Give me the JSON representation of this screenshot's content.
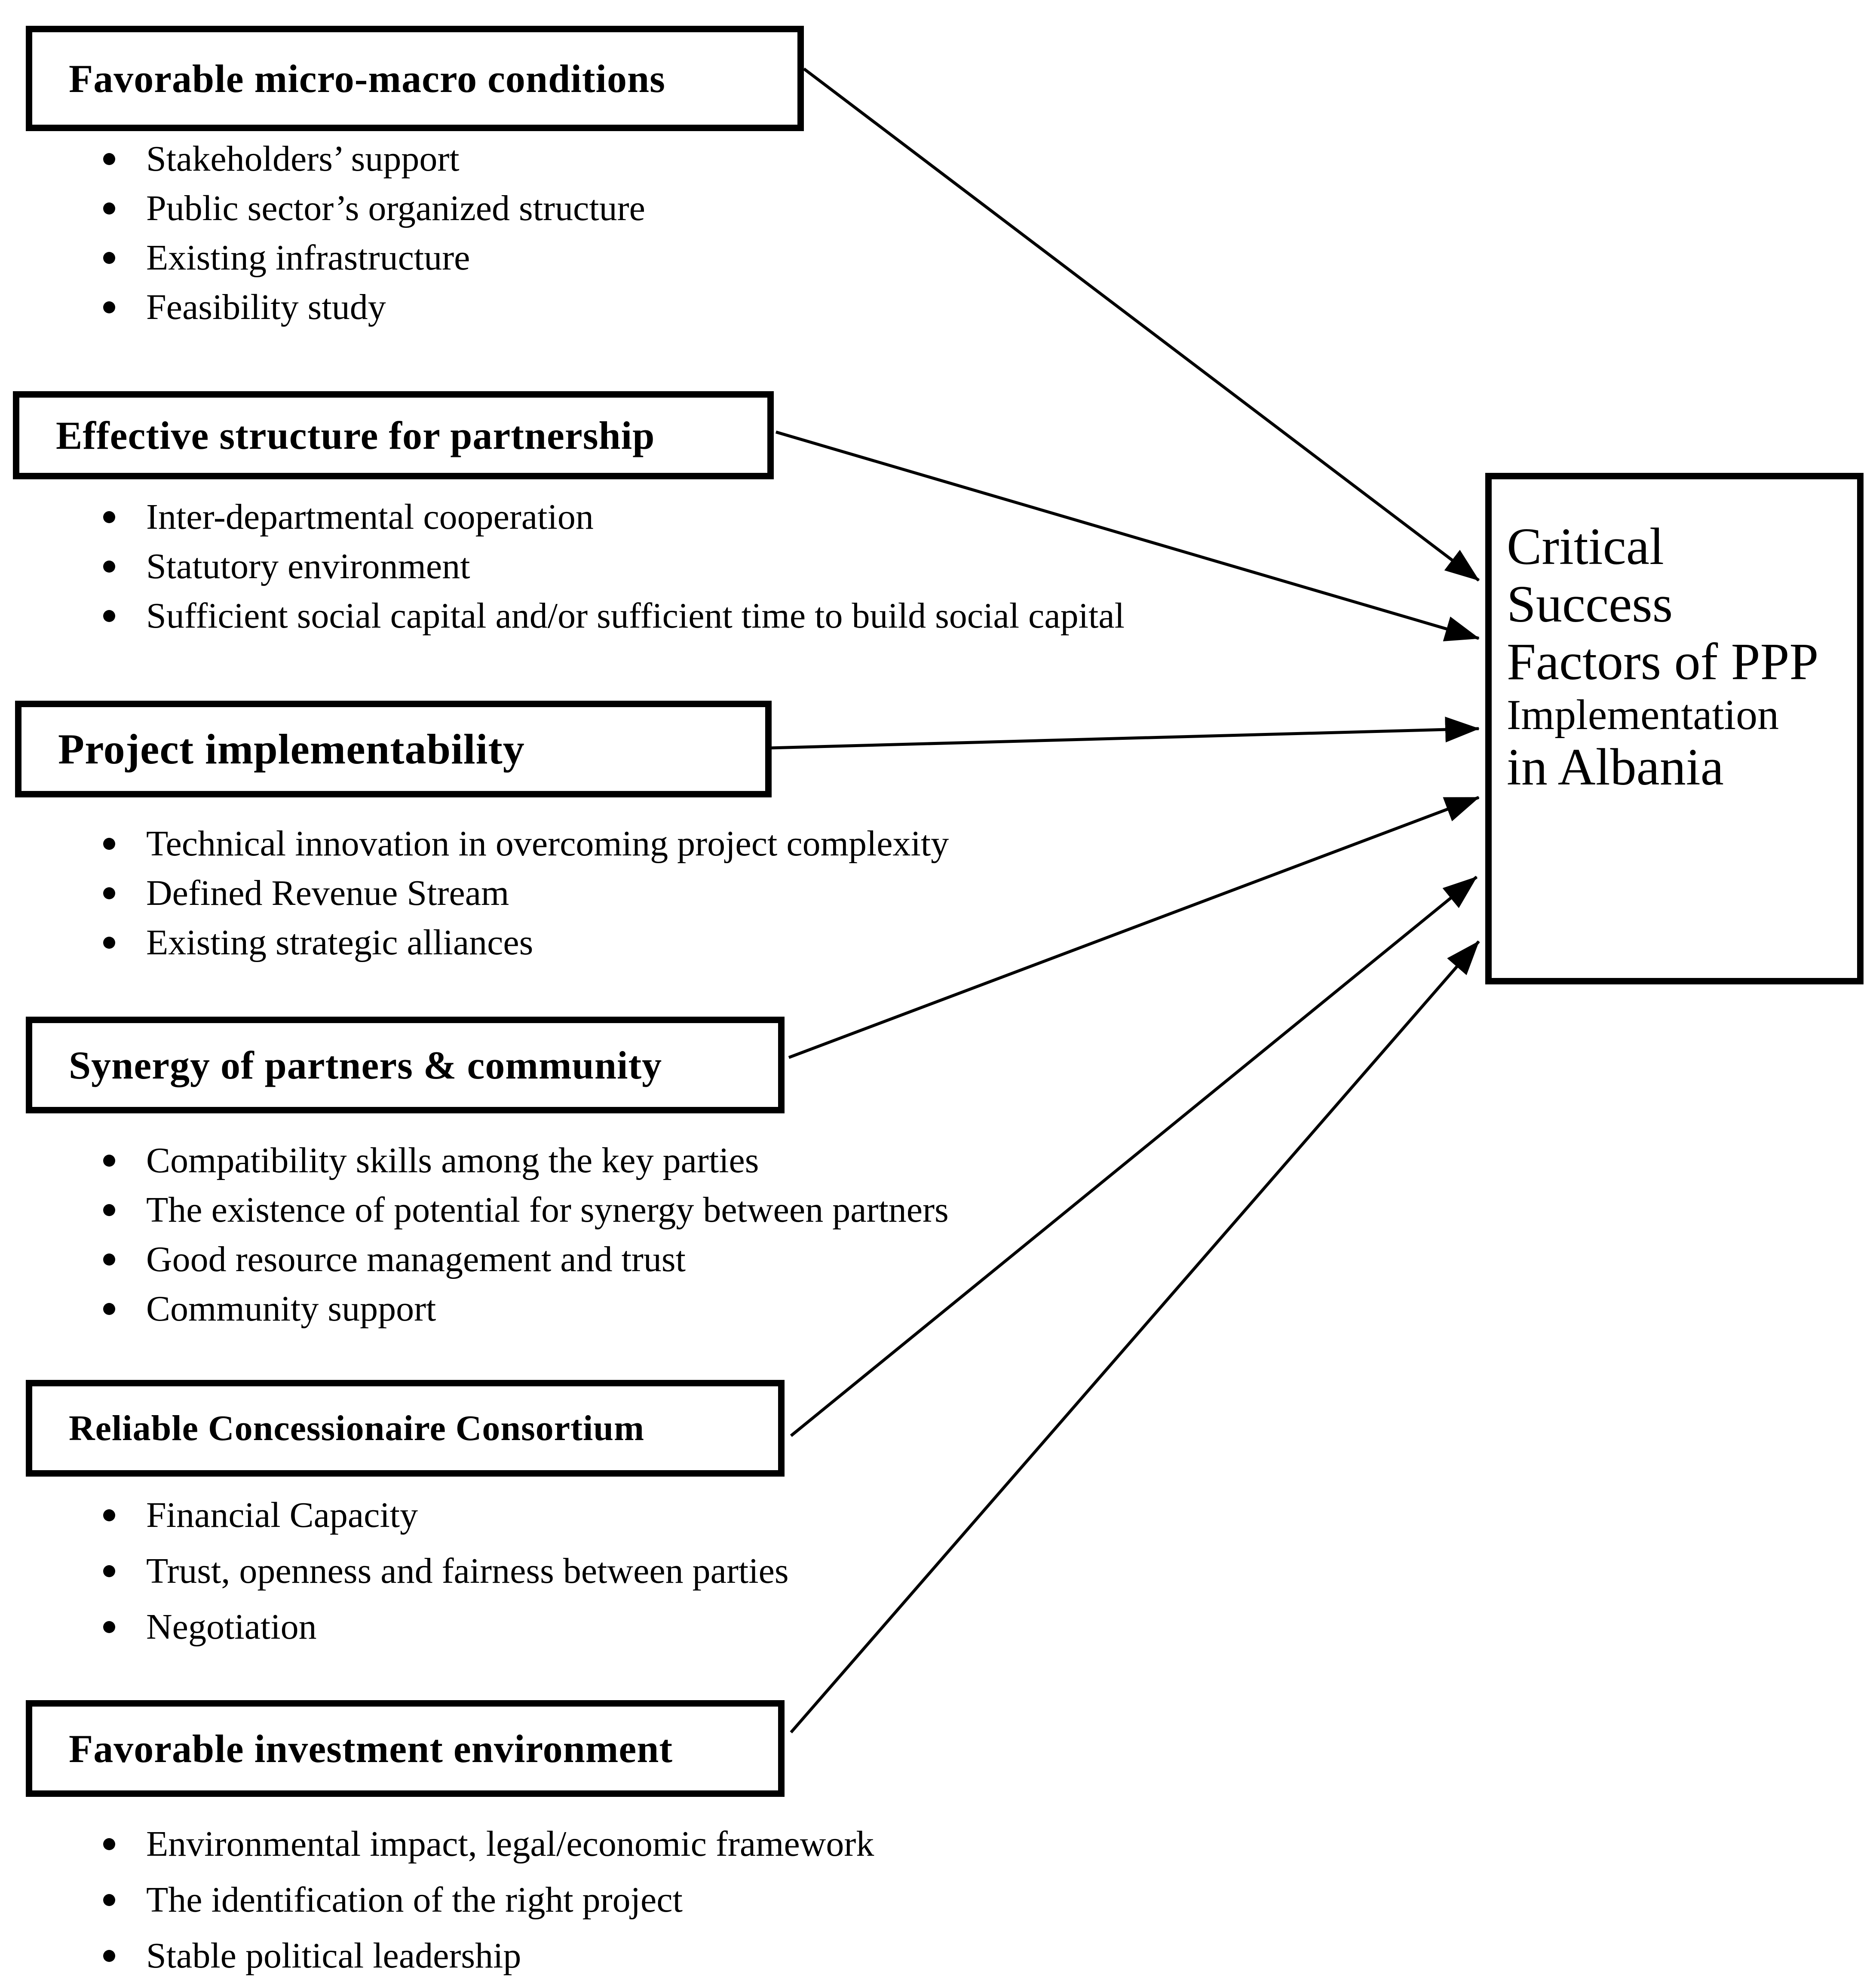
{
  "target": {
    "lines": [
      "Critical",
      "Success",
      "Factors of PPP",
      "Implementation",
      "in Albania"
    ]
  },
  "factors": [
    {
      "title": "Favorable micro-macro conditions",
      "items": [
        "Stakeholders’ support",
        "Public sector’s organized structure",
        "Existing infrastructure",
        "Feasibility study"
      ]
    },
    {
      "title": "Effective structure for partnership",
      "items": [
        "Inter-departmental cooperation",
        "Statutory environment",
        "Sufficient social capital and/or sufficient time to build social capital"
      ]
    },
    {
      "title": "Project implementability",
      "items": [
        "Technical innovation in overcoming project complexity",
        "Defined Revenue Stream",
        "Existing strategic alliances"
      ]
    },
    {
      "title": "Synergy of partners & community",
      "items": [
        "Compatibility skills among the key parties",
        "The existence of potential for synergy between partners",
        "Good resource management and trust",
        "Community support"
      ]
    },
    {
      "title": "Reliable Concessionaire Consortium",
      "items": [
        "Financial Capacity",
        "Trust, openness and fairness between parties",
        "Negotiation"
      ]
    },
    {
      "title": "Favorable investment environment",
      "items": [
        "Environmental impact, legal/economic framework",
        "The identification of the right project",
        "Stable political leadership"
      ]
    }
  ]
}
